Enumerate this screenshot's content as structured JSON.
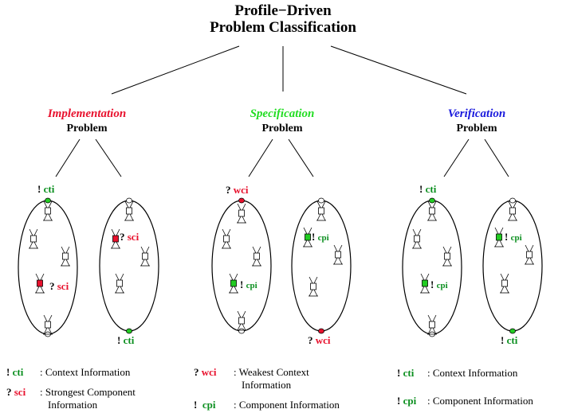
{
  "title": {
    "line1": "Profile−Driven",
    "line2": "Problem Classification"
  },
  "categories": [
    {
      "name": "Implementation",
      "sub": "Problem",
      "color": "#e8112d",
      "left_labels": {
        "top": {
          "mark": "!",
          "tag": "cti",
          "color": "#0b8f1f"
        },
        "mid": {
          "mark": "?",
          "tag": "sci",
          "color": "#e8112d"
        }
      },
      "right_labels": {
        "mid": {
          "mark": "?",
          "tag": "sci",
          "color": "#e8112d"
        },
        "bot": {
          "mark": "!",
          "tag": "cti",
          "color": "#0b8f1f"
        }
      }
    },
    {
      "name": "Specification",
      "sub": "Problem",
      "color": "#22dd22",
      "left_labels": {
        "top": {
          "mark": "?",
          "tag": "wci",
          "color": "#e8112d"
        },
        "mid": {
          "mark": "!",
          "tag": "cpi",
          "color": "#0b8f1f"
        }
      },
      "right_labels": {
        "mid": {
          "mark": "!",
          "tag": "cpi",
          "color": "#0b8f1f"
        },
        "bot": {
          "mark": "?",
          "tag": "wci",
          "color": "#e8112d"
        }
      }
    },
    {
      "name": "Verification",
      "sub": "Problem",
      "color": "#1a1add",
      "left_labels": {
        "top": {
          "mark": "!",
          "tag": "cti",
          "color": "#0b8f1f"
        },
        "mid": {
          "mark": "!",
          "tag": "cpi",
          "color": "#0b8f1f"
        }
      },
      "right_labels": {
        "mid": {
          "mark": "!",
          "tag": "cpi",
          "color": "#0b8f1f"
        },
        "bot": {
          "mark": "!",
          "tag": "cti",
          "color": "#0b8f1f"
        }
      }
    }
  ],
  "legend": [
    {
      "items": [
        {
          "mark": "!",
          "tag": "cti",
          "color": "#0b8f1f",
          "text": ": Context Information",
          "text2": ""
        },
        {
          "mark": "?",
          "tag": "sci",
          "color": "#e8112d",
          "text": ": Strongest Component",
          "text2": "Information"
        }
      ]
    },
    {
      "items": [
        {
          "mark": "?",
          "tag": "wci",
          "color": "#e8112d",
          "text": ": Weakest Context",
          "text2": "Information"
        },
        {
          "mark": "!",
          "tag": "cpi",
          "color": "#0b8f1f",
          "text": ": Component Information",
          "text2": ""
        }
      ]
    },
    {
      "items": [
        {
          "mark": "!",
          "tag": "cti",
          "color": "#0b8f1f",
          "text": ": Context Information",
          "text2": ""
        },
        {
          "mark": "!",
          "tag": "cpi",
          "color": "#0b8f1f",
          "text": ": Component Information",
          "text2": ""
        }
      ]
    }
  ],
  "node_colors": {
    "red": "#e8112d",
    "green": "#22cc22",
    "plain": "#ffffff"
  }
}
